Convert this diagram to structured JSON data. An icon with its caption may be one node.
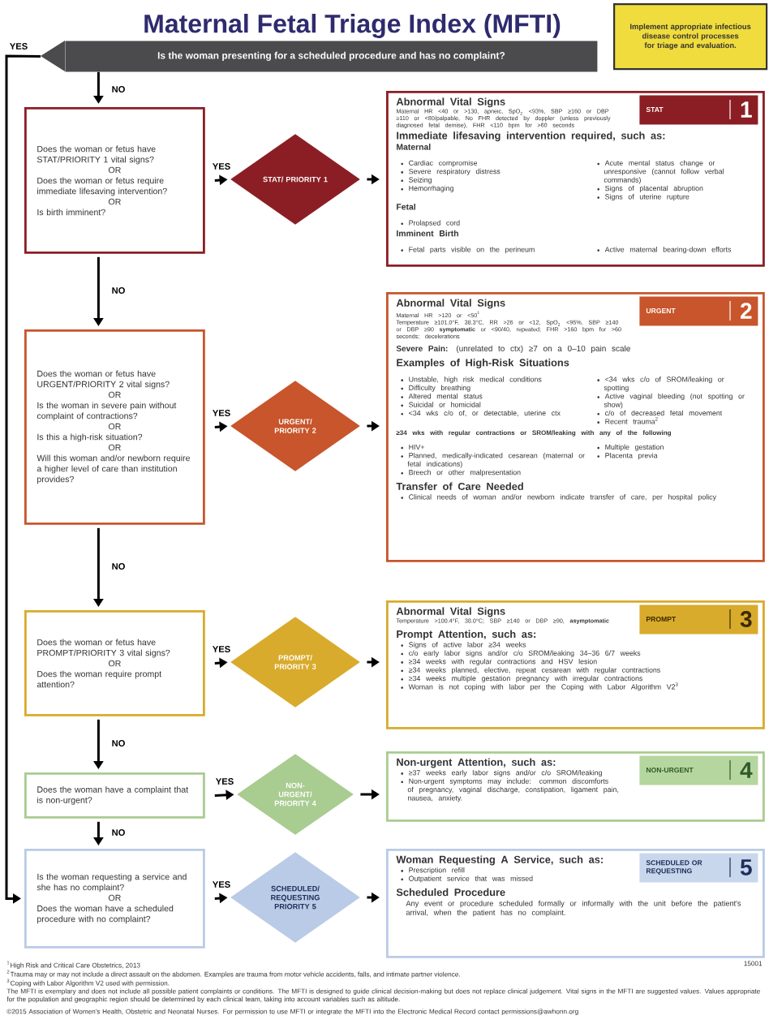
{
  "diagram": {
    "title": "Maternal Fetal Triage Index (MFTI)",
    "nodes": [
      {
        "text": [
          "Implement appropriate infectious disease control processes for triage and evaluation."
        ]
      },
      {
        "text": [
          "Is the woman presenting for a scheduled procedure and has no complaint?"
        ]
      },
      {
        "text": [
          "Does the woman or fetus have STAT/PRIORITY 1 vital signs?",
          "OR",
          "Does the woman or fetus require immediate lifesaving intervention?",
          "OR",
          "Is birth imminent?"
        ]
      },
      {
        "text": [
          "STAT/ PRIORITY 1"
        ]
      },
      {
        "text": [
          "Abnormal Vital Signs",
          "Maternal HR <40 or >130, apneic, SpO$_{2}$ <93%, SBP ≥160 or DBP ≥110 or <80/palpable, No FHR detected by doppler (unless previously diagnosed fetal demise), FHR <110 bpm for >60 seconds",
          "Immediate lifesaving intervention required, such as:",
          "Maternal",
          "Cardiac compromise",
          "Severe respiratory distress",
          "Seizing",
          "Hemorrhaging",
          "Acute mental status change or unresponsive (cannot follow verbal commands)",
          "Signs of placental abruption",
          "Signs of uterine rupture",
          "Fetal",
          "Prolapsed cord",
          "Imminent Birth",
          "Fetal parts visible on the perineum",
          "Active maternal bearing-down efforts"
        ]
      },
      {
        "text": [
          "STAT",
          "1"
        ],
        "in": 4
      },
      {
        "text": [
          "Does the woman or fetus have URGENT/PRIORITY 2 vital signs?",
          "OR",
          "Is the woman in severe pain without complaint of contractions?",
          "OR",
          "Is this a high-risk situation?",
          "OR",
          "Will this woman and/or newborn require a higher level of care than institution provides?"
        ]
      },
      {
        "text": [
          "URGENT/ PRIORITY 2"
        ]
      },
      {
        "text": [
          "Abnormal Vital Signs",
          "Maternal HR >120 or <50$^{1}$",
          "Temperature ≥101.0°F, 38.3°C, RR >26 or <12, SpO$_{2}$ <95%, SBP ≥140 or DBP ≥90 **symptomatic** or <90/40, repeated; FHR >160 bpm for >60 seconds; decelerations",
          "**Severe Pain:** (unrelated to ctx) ≥7 on a 0–10 pain scale",
          "Examples of High-Risk Situations",
          "Unstable, high risk medical conditions",
          "Difficulty breathing",
          "Altered mental status",
          "Suicidal or homicidal",
          "<34 wks c/o of, or detectable, uterine ctx",
          "<34 wks c/o of SROM/leaking or spotting",
          "Active vaginal bleeding (not spotting or show)",
          "c/o of decreased fetal movement",
          "Recent trauma$^{2}$",
          "≥34 wks with regular contractions or SROM/leaking with any of the following",
          "HIV+",
          "Planned, medically-indicated cesarean (maternal or fetal indications)",
          "Breech or other malpresentation",
          "Multiple gestation",
          "Placenta previa",
          "Transfer of Care Needed",
          "Clinical needs of woman and/or newborn indicate transfer of care, per hospital policy"
        ]
      },
      {
        "text": [
          "URGENT",
          "2"
        ],
        "in": 8
      },
      {
        "text": [
          "Does the woman or fetus have PROMPT/PRIORITY 3 vital signs?",
          "OR",
          "Does the woman require prompt attention?"
        ]
      },
      {
        "text": [
          "PROMPT/ PRIORITY 3"
        ]
      },
      {
        "text": [
          "Abnormal Vital Signs",
          "Temperature >100.4°F, 38.0°C; SBP ≥140 or DBP ≥90, **asymptomatic**",
          "Prompt Attention, such as:",
          "Signs of active labor ≥34 weeks",
          "c/o early labor signs and/or c/o SROM/leaking 34–36 6/7 weeks",
          "≥34 weeks with regular contractions and HSV lesion",
          "≥34 weeks planned, elective, repeat cesarean with regular contractions",
          "≥34 weeks multiple gestation pregnancy with irregular contractions",
          "Woman is not coping with labor per the Coping with Labor Algorithm V2$^{3}$"
        ]
      },
      {
        "text": [
          "PROMPT",
          "3"
        ],
        "in": 12
      },
      {
        "text": [
          "Does the woman have a complaint that is non-urgent?"
        ]
      },
      {
        "text": [
          "NON-URGENT/ PRIORITY 4"
        ]
      },
      {
        "text": [
          "Non-urgent Attention, such as:",
          "≥37 weeks early labor signs and/or c/o SROM/leaking",
          "Non-urgent symptoms may include: common discomforts of pregnancy, vaginal discharge, constipation, ligament pain, nausea, anxiety."
        ]
      },
      {
        "text": [
          "NON-URGENT",
          "4"
        ],
        "in": 16
      },
      {
        "text": [
          "Is the woman requesting a service and she has no complaint?",
          "OR",
          "Does the woman have a scheduled procedure with no complaint?"
        ]
      },
      {
        "text": [
          "SCHEDULED/ REQUESTING PRIORITY 5"
        ]
      },
      {
        "text": [
          "Woman Requesting A Service, such as:",
          "Prescription refill",
          "Outpatient service that was missed",
          "Scheduled Procedure",
          "Any event or procedure scheduled formally or informally with the unit before the patient's arrival, when the patient has no complaint."
        ]
      },
      {
        "text": [
          "SCHEDULED OR REQUESTING",
          "5"
        ],
        "in": 20
      }
    ],
    "edges": [
      {
        "from": 1,
        "to": 2,
        "arrow": "to",
        "label": "NO"
      },
      {
        "from": 1,
        "to": 18,
        "arrow": "to",
        "label": "YES"
      },
      {
        "from": 2,
        "to": 3,
        "arrow": "to",
        "label": "YES"
      },
      {
        "from": 3,
        "to": 4,
        "arrow": "to"
      },
      {
        "from": 2,
        "to": 6,
        "arrow": "to",
        "label": "NO"
      },
      {
        "from": 6,
        "to": 7,
        "arrow": "to",
        "label": "YES"
      },
      {
        "from": 7,
        "to": 8,
        "arrow": "to"
      },
      {
        "from": 6,
        "to": 10,
        "arrow": "to",
        "label": "NO"
      },
      {
        "from": 10,
        "to": 11,
        "arrow": "to",
        "label": "YES"
      },
      {
        "from": 11,
        "to": 12,
        "arrow": "to"
      },
      {
        "from": 10,
        "to": 14,
        "arrow": "to",
        "label": "NO"
      },
      {
        "from": 14,
        "to": 15,
        "arrow": "to",
        "label": "YES"
      },
      {
        "from": 15,
        "to": 16,
        "arrow": "to"
      },
      {
        "from": 14,
        "to": 18,
        "arrow": "to",
        "label": "NO"
      },
      {
        "from": 18,
        "to": 19,
        "arrow": "to",
        "label": "YES"
      },
      {
        "from": 19,
        "to": 20,
        "arrow": "to"
      }
    ],
    "labels": [
      "$^{1}$High Risk and Critical Care Obstetrics, 2013",
      "15001",
      "$^{2}$Trauma may or may not include a direct assault on the abdomen. Examples are trauma from motor vehicle accidents, falls, and intimate partner violence.",
      "$^{3}$Coping with Labor Algorithm V2 used with permission.",
      "The MFTI is exemplary and does not include all possible patient complaints or conditions. The MFTI is designed to guide clinical decision-making but does not replace clinical judgement. Vital signs in the MFTI are suggested values. Values appropriate for the population and geographic region should be determined by each clinical team, taking into account variables such as altitude.",
      "©2015 Association of Women's Health, Obstetric and Neonatal Nurses. For permission to use MFTI or integrate the MFTI into the Electronic Medical Record contact permissions@awhonn.org"
    ]
  }
}
